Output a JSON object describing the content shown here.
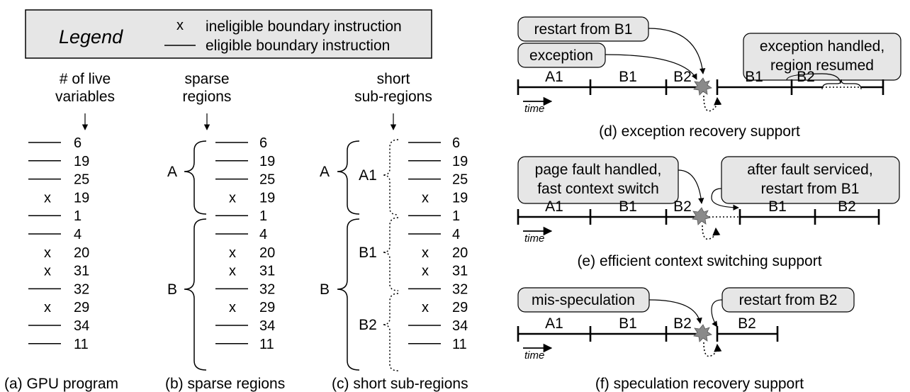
{
  "legend": {
    "title": "Legend",
    "ineligible_symbol": "x",
    "ineligible_label": "ineligible boundary instruction",
    "eligible_label": "eligible boundary instruction"
  },
  "columns": {
    "a_header": [
      "# of live",
      "variables"
    ],
    "b_header": [
      "sparse",
      "regions"
    ],
    "c_header": [
      "short",
      "sub-regions"
    ]
  },
  "instructions": [
    {
      "value": "6",
      "eligible": true
    },
    {
      "value": "19",
      "eligible": true
    },
    {
      "value": "25",
      "eligible": true
    },
    {
      "value": "19",
      "eligible": false
    },
    {
      "value": "1",
      "eligible": true
    },
    {
      "value": "4",
      "eligible": true
    },
    {
      "value": "20",
      "eligible": false
    },
    {
      "value": "31",
      "eligible": false
    },
    {
      "value": "32",
      "eligible": true
    },
    {
      "value": "29",
      "eligible": false
    },
    {
      "value": "34",
      "eligible": true
    },
    {
      "value": "11",
      "eligible": true
    }
  ],
  "regions": {
    "A": "A",
    "B": "B",
    "A1": "A1",
    "B1": "B1",
    "B2": "B2"
  },
  "captions": {
    "a": "(a) GPU program",
    "b": "(b) sparse regions",
    "c": "(c) short sub-regions",
    "d": "(d) exception recovery support",
    "e": "(e) efficient context switching support",
    "f": "(f) speculation recovery support"
  },
  "panel_d": {
    "callouts": [
      "restart from B1",
      "exception"
    ],
    "callout_right": [
      "exception handled,",
      "region resumed"
    ],
    "segments": [
      "A1",
      "B1",
      "B2",
      "B1",
      "B2"
    ],
    "time_label": "time"
  },
  "panel_e": {
    "callout_left": [
      "page fault handled,",
      "fast context switch"
    ],
    "callout_right": [
      "after fault serviced,",
      "restart from B1"
    ],
    "segments": [
      "A1",
      "B1",
      "B2",
      "B1",
      "B2"
    ],
    "time_label": "time"
  },
  "panel_f": {
    "callout_left": "mis-speculation",
    "callout_right": "restart from B2",
    "segments": [
      "A1",
      "B1",
      "B2",
      "B2"
    ],
    "time_label": "time"
  }
}
